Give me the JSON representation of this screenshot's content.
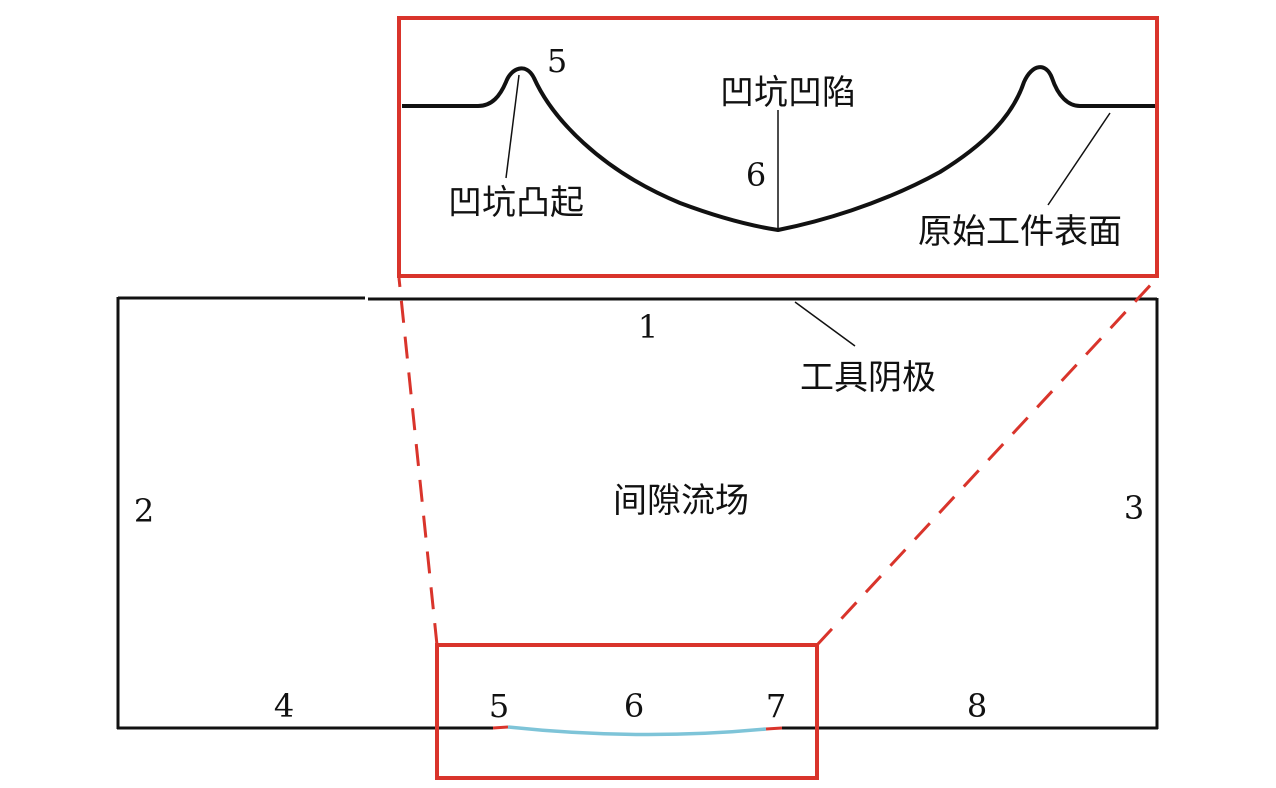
{
  "colors": {
    "frame": "#111111",
    "highlight": "#d9342b",
    "dent_arc": "#7ec4d8"
  },
  "labels": {
    "inset": {
      "bump_number": "5",
      "bump_label": "凹坑凸起",
      "dent_top_label": "凹坑凹陷",
      "dent_number": "6",
      "surface_label": "原始工件表面"
    },
    "main": {
      "cathode_number": "1",
      "cathode_label": "工具阴极",
      "flow_label": "间隙流场",
      "left_number": "2",
      "right_number": "3",
      "bottom_left_number": "4",
      "bottom_5": "5",
      "bottom_6": "6",
      "bottom_7": "7",
      "bottom_right_number": "8"
    }
  }
}
